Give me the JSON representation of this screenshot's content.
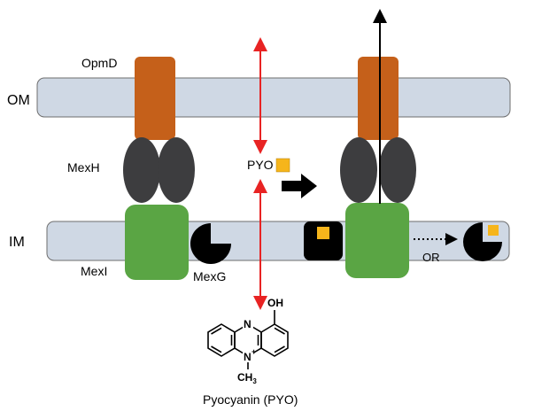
{
  "labels": {
    "om": "OM",
    "im": "IM",
    "opmd": "OpmD",
    "mexh": "MexH",
    "mexi": "MexI",
    "mexg": "MexG",
    "pyo_small": "PYO",
    "or_label": "OR",
    "caption": "Pyocyanin (PYO)"
  },
  "molecule": {
    "oh": "OH",
    "n_top": "N",
    "n_bottom": "N",
    "n_charge": "+",
    "methyl": "CH",
    "methyl_sub": "3"
  },
  "colors": {
    "membrane": "#cfd8e4",
    "membrane_border": "#6e6e6e",
    "opmd": "#c5601a",
    "mexh": "#3d3d3f",
    "mexi": "#5aa544",
    "mexg": "#000000",
    "pyo_square": "#f6b51b",
    "red_arrow": "#e82323"
  }
}
